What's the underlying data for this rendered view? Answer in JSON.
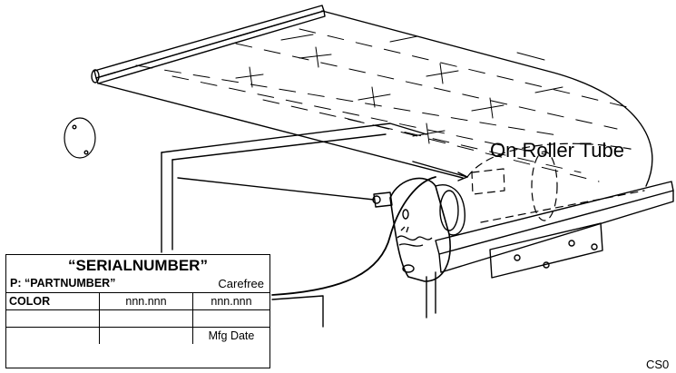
{
  "callout": {
    "text": "On Roller Tube"
  },
  "doc_id": "CS0",
  "label": {
    "serial": "“SERIALNUMBER”",
    "part": "P: “PARTNUMBER”",
    "brand": "Carefree",
    "rows": [
      [
        "COLOR",
        "nnn.nnn",
        "nnn.nnn"
      ],
      [
        "",
        "",
        ""
      ],
      [
        "",
        "",
        "Mfg Date"
      ]
    ]
  },
  "icons": {
    "logo": "carefree-logo"
  }
}
